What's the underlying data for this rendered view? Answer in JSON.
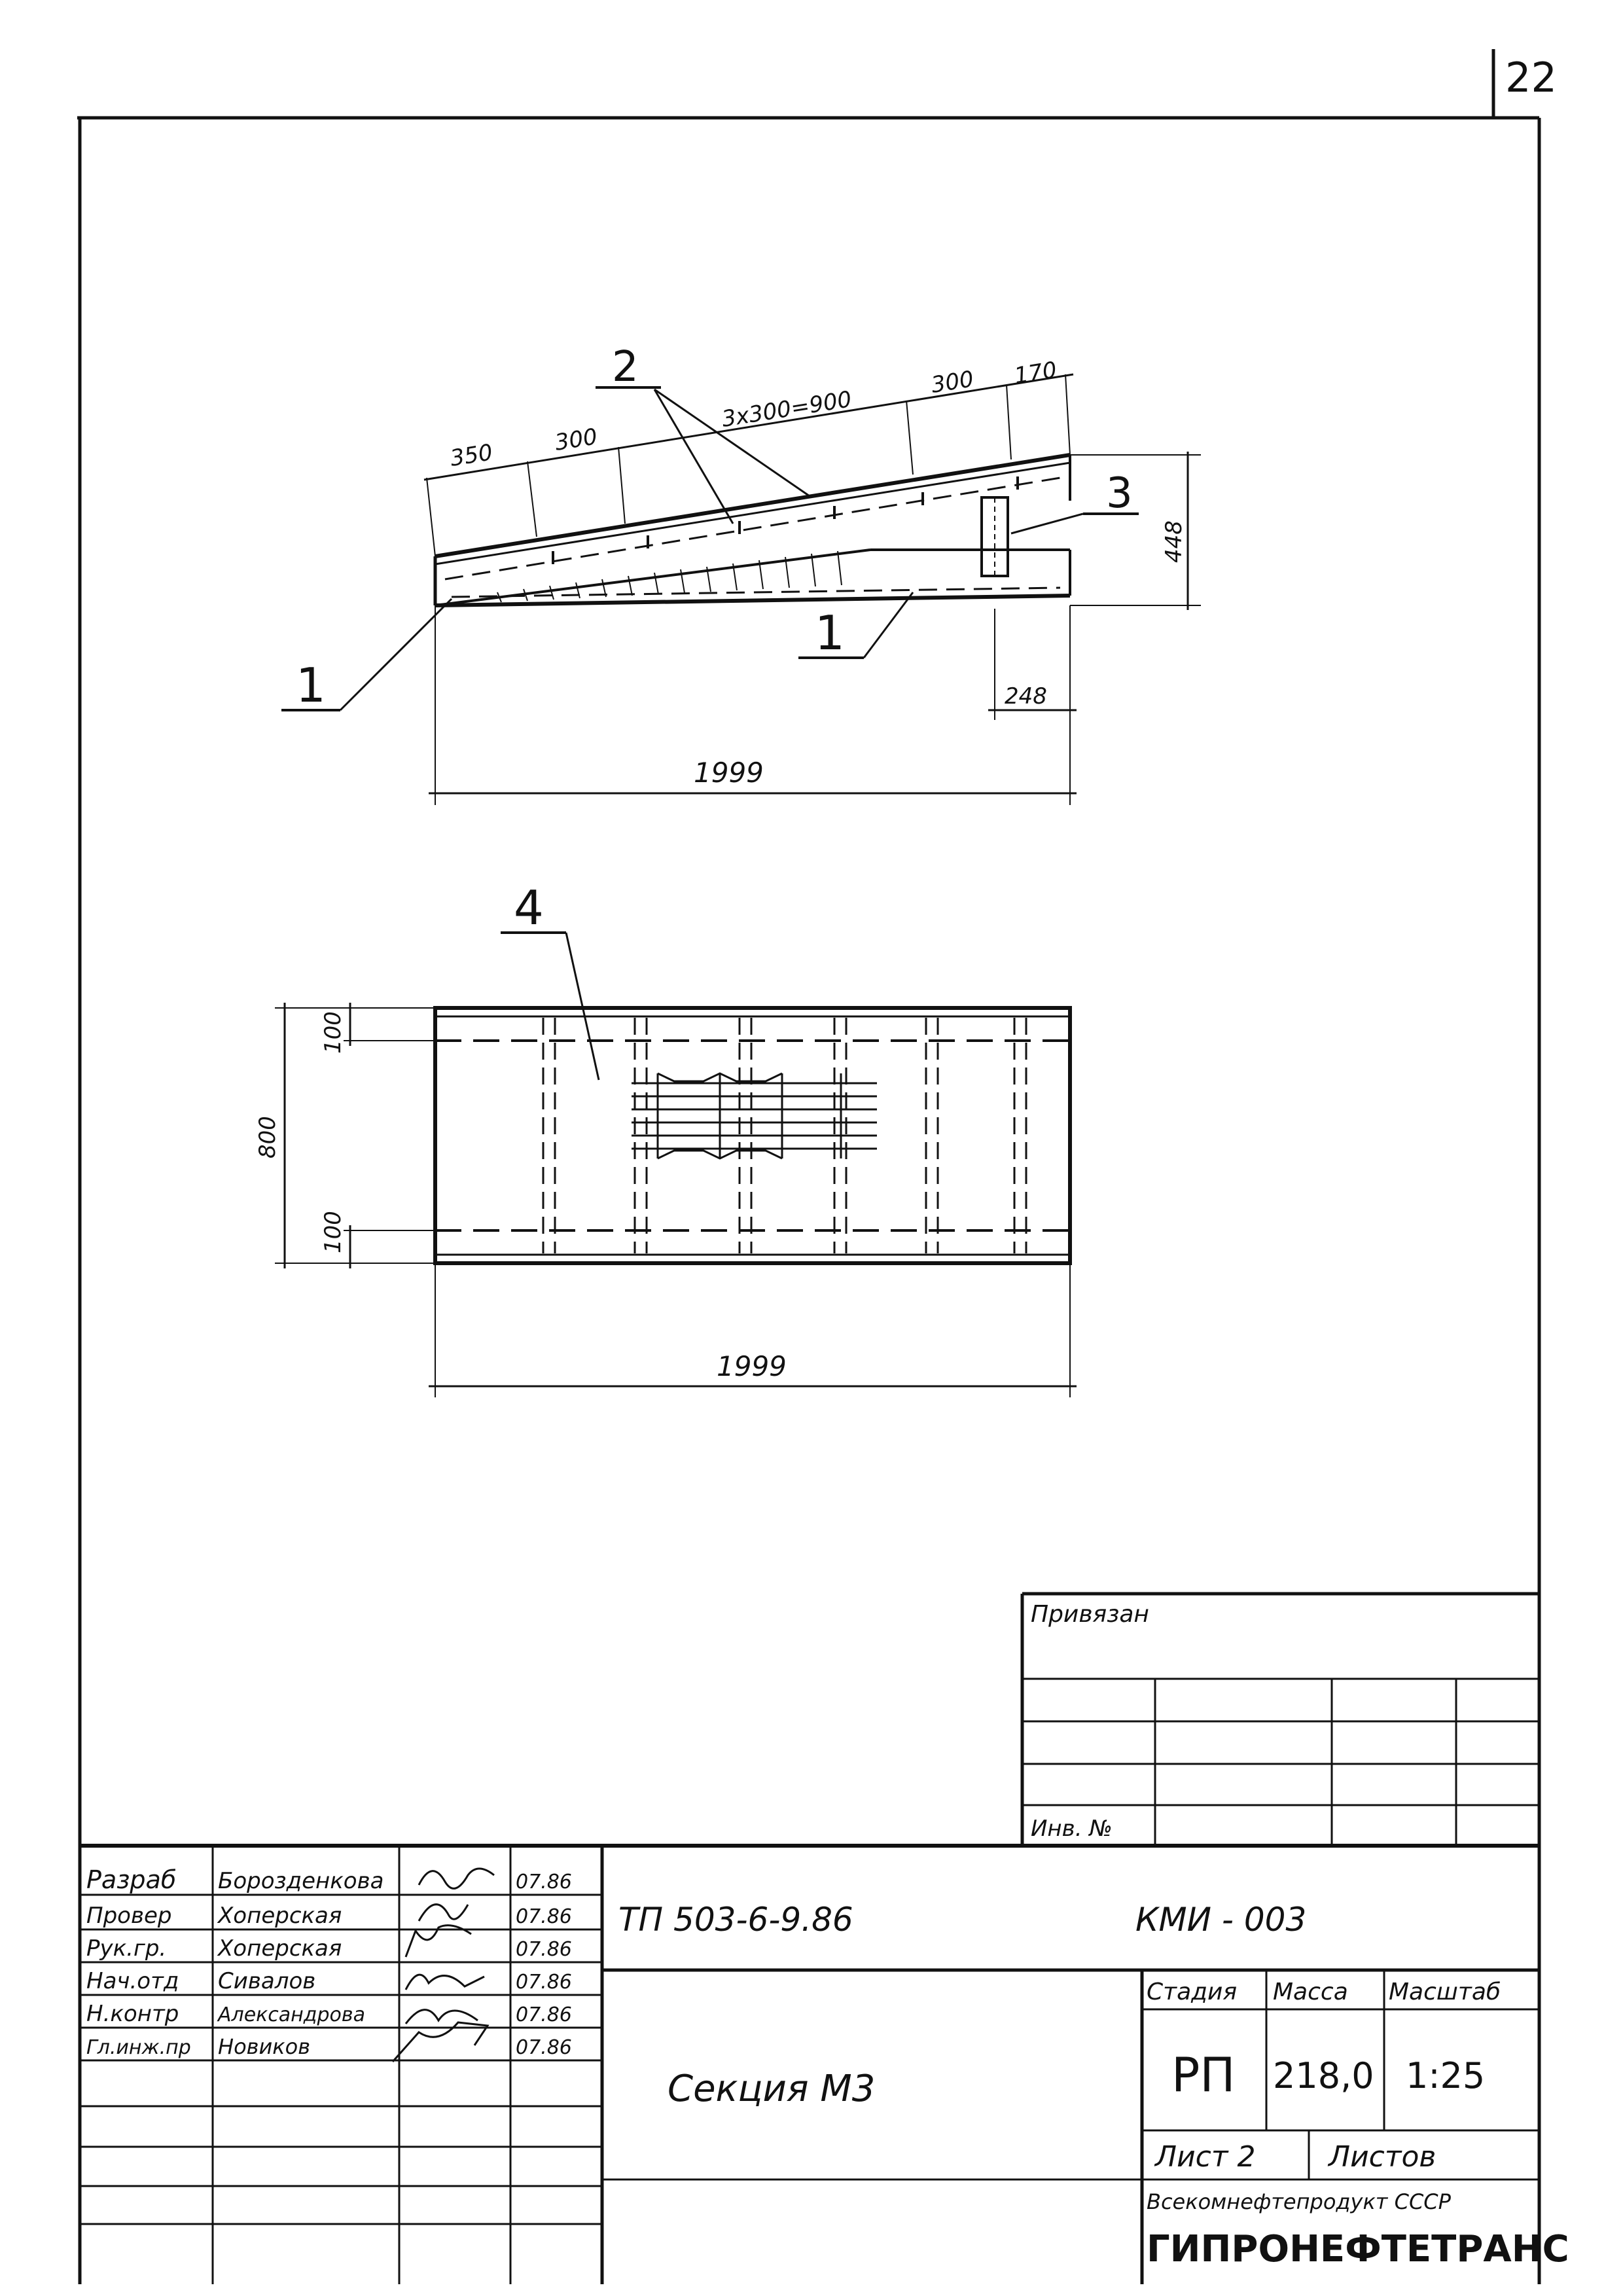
{
  "sheet_number": "22",
  "drawing": {
    "side_view": {
      "callouts": [
        "1",
        "2",
        "3",
        "1"
      ],
      "dims_top": [
        "350",
        "300",
        "3x300=900",
        "300",
        "170"
      ],
      "dim_height": "448",
      "dim_small": "248",
      "dim_length": "1999"
    },
    "plan_view": {
      "callout": "4",
      "dim_total_width": "800",
      "dim_edge_top": "100",
      "dim_edge_bottom": "100",
      "dim_length": "1999"
    }
  },
  "binding_block": {
    "label": "Привязан",
    "inv_label": "Инв. №"
  },
  "title_block": {
    "personnel": [
      {
        "role": "Разраб",
        "name": "Борозденкова",
        "date": "07.86"
      },
      {
        "role": "Провер",
        "name": "Хоперская",
        "date": "07.86"
      },
      {
        "role": "Рук.гр.",
        "name": "Хоперская",
        "date": "07.86"
      },
      {
        "role": "Нач.отд",
        "name": "Сивалов",
        "date": "07.86"
      },
      {
        "role": "Н.контр",
        "name": "Александрова",
        "date": "07.86"
      },
      {
        "role": "Гл.инж.пр",
        "name": "Новиков",
        "date": "07.86"
      }
    ],
    "project_code": "ТП 503-6-9.86",
    "doc_code": "КМИ - 003",
    "title": "Секция М3",
    "stage_label": "Стадия",
    "mass_label": "Масса",
    "scale_label": "Масштаб",
    "stage": "РП",
    "mass": "218,0",
    "scale": "1:25",
    "sheet_label": "Лист 2",
    "sheets_label": "Листов",
    "org_line1": "Всекомнефтепродукт СССР",
    "org_line2": "ГИПРОНЕФТЕТРАНС"
  }
}
